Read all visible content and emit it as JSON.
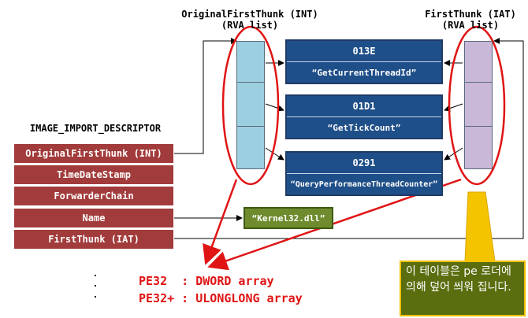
{
  "headers": {
    "int_line1": "OriginalFirstThunk (INT)",
    "int_line2": "(RVA list)",
    "iat_line1": "FirstThunk (IAT)",
    "iat_line2": "(RVA list)",
    "descriptor": "IMAGE_IMPORT_DESCRIPTOR"
  },
  "descriptor_fields": [
    "OriginalFirstThunk (INT)",
    "TimeDateStamp",
    "ForwarderChain",
    "Name",
    "FirstThunk (IAT)"
  ],
  "functions": [
    {
      "hint": "013E",
      "name": "“GetCurrentThreadId”"
    },
    {
      "hint": "01D1",
      "name": "“GetTickCount”"
    },
    {
      "hint": "0291",
      "name": "“QueryPerformanceThreadCounter”"
    }
  ],
  "dll_name": "“Kernel32.dll”",
  "array_types": {
    "pe32": "PE32  : DWORD array",
    "pe32plus": "PE32+ : ULONGLONG array"
  },
  "note": "이 테이블은 pe 로더에 의해 덮어 씌워 집니다.",
  "colors": {
    "descriptor": "#a23b3b",
    "function_box": "#1f4f88",
    "dll_box": "#6e8c2e",
    "int_column": "#9ccfe0",
    "iat_column": "#c9b8d8",
    "highlight": "#e01414",
    "callout": "#f0c000"
  }
}
